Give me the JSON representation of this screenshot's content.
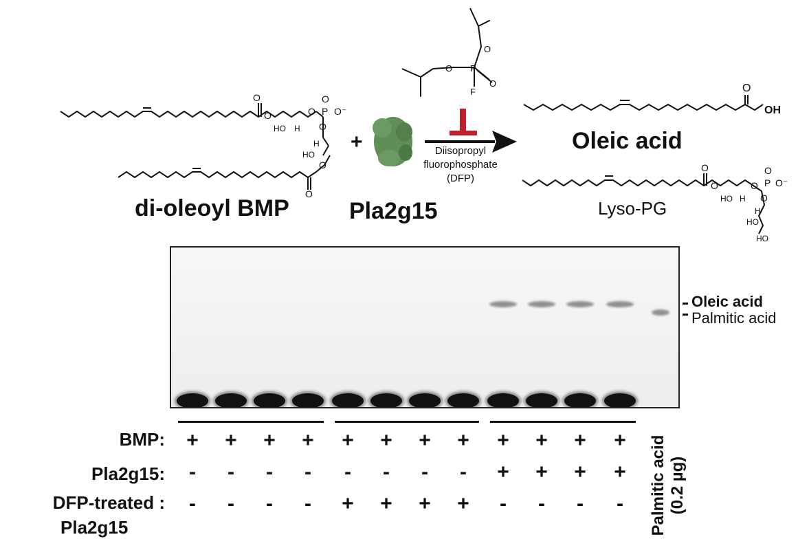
{
  "scheme": {
    "reactant_label": "di-oleoyl BMP",
    "plus": "+",
    "enzyme_label": "Pla2g15",
    "inhibitor_lines": [
      "Diisopropyl",
      "fluorophosphate",
      "(DFP)"
    ],
    "product1_label": "Oleic acid",
    "product2_label": "Lyso-PG",
    "atoms": {
      "O": "O",
      "P": "P",
      "F": "F",
      "OH": "OH",
      "HO": "HO",
      "H": "H",
      "O_minus": "O⁻"
    }
  },
  "gel": {
    "lanes": 13,
    "band_labels": [
      "Oleic acid",
      "Palmitic acid"
    ],
    "upper_band_lanes": [
      9,
      10,
      11,
      12
    ],
    "marker_lane": 13
  },
  "table": {
    "rows": [
      {
        "label": "BMP:",
        "marks": [
          "+",
          "+",
          "+",
          "+",
          "+",
          "+",
          "+",
          "+",
          "+",
          "+",
          "+",
          "+"
        ]
      },
      {
        "label": "Pla2g15:",
        "marks": [
          "-",
          "-",
          "-",
          "-",
          "-",
          "-",
          "-",
          "-",
          "+",
          "+",
          "+",
          "+"
        ]
      },
      {
        "label": "DFP-treated :",
        "label2": "Pla2g15",
        "marks": [
          "-",
          "-",
          "-",
          "-",
          "+",
          "+",
          "+",
          "+",
          "-",
          "-",
          "-",
          "-"
        ]
      }
    ],
    "marker_label_lines": [
      "Palmitic acid",
      "(0.2 µg)"
    ]
  },
  "colors": {
    "enzyme": "#5f8f56",
    "inhibitor": "#c0202a",
    "ink": "#111111"
  }
}
